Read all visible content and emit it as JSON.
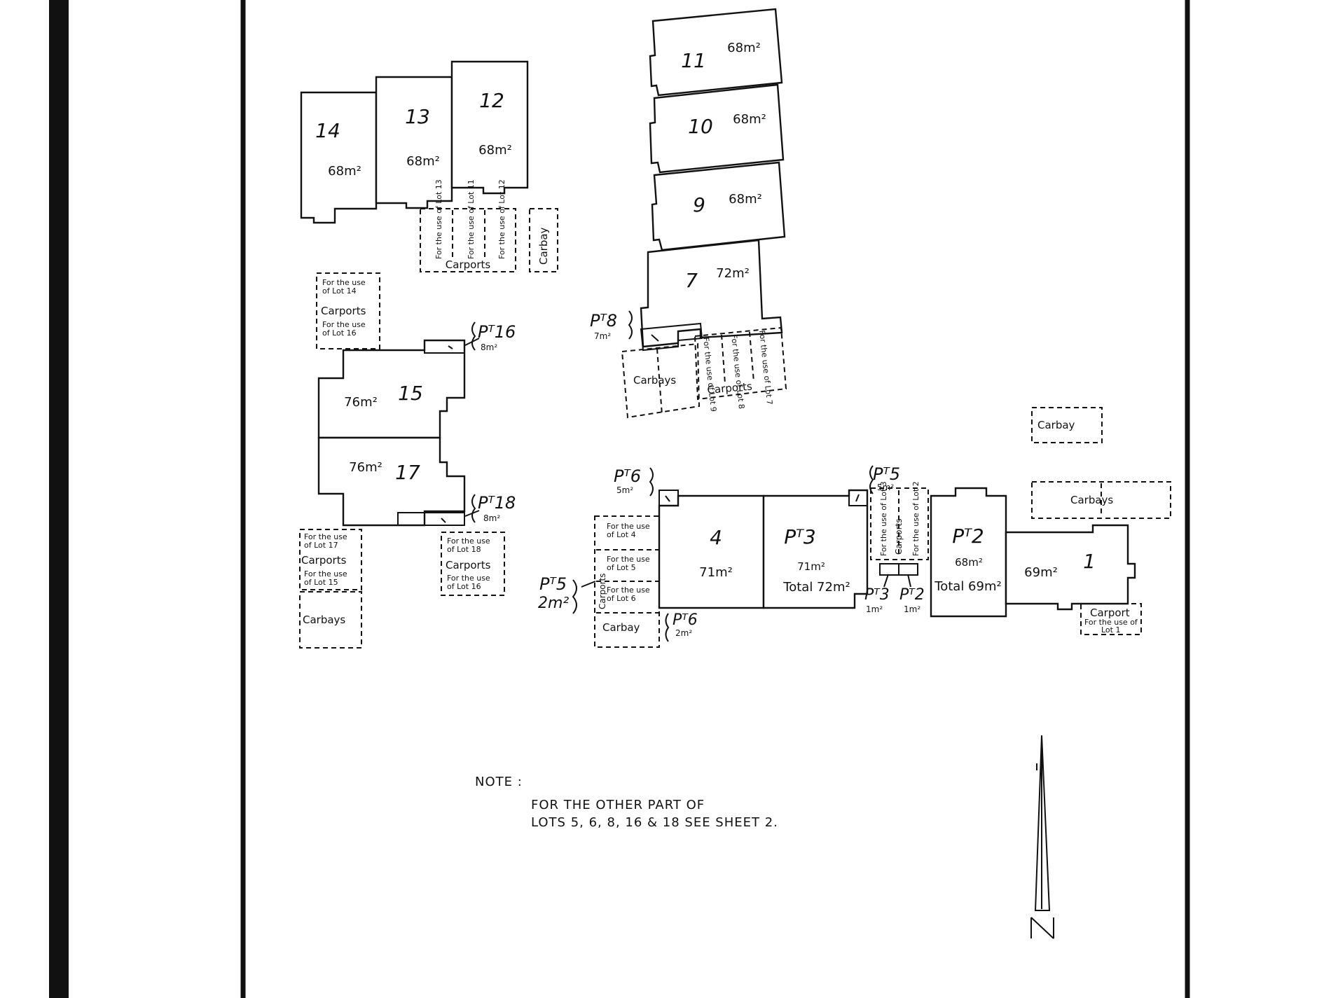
{
  "lots": [
    {
      "id": "lot-14",
      "number": "14",
      "area": "68m²"
    },
    {
      "id": "lot-13",
      "number": "13",
      "area": "68m²"
    },
    {
      "id": "lot-12",
      "number": "12",
      "area": "68m²"
    },
    {
      "id": "lot-11",
      "number": "11",
      "area": "68m²"
    },
    {
      "id": "lot-10",
      "number": "10",
      "area": "68m²"
    },
    {
      "id": "lot-9",
      "number": "9",
      "area": "68m²"
    },
    {
      "id": "lot-7",
      "number": "7",
      "area": "72m²"
    },
    {
      "id": "lot-15",
      "number": "15",
      "area": "76m²"
    },
    {
      "id": "lot-17",
      "number": "17",
      "area": "76m²"
    },
    {
      "id": "lot-4",
      "number": "4",
      "area": "71m²"
    },
    {
      "id": "lot-3",
      "number": "Pᵀ3",
      "area": "71m²",
      "total": "Total 72m²"
    },
    {
      "id": "lot-2",
      "number": "Pᵀ2",
      "area": "68m²",
      "total": "Total 69m²"
    },
    {
      "id": "lot-1",
      "number": "1",
      "area": "69m²"
    }
  ],
  "parts": {
    "pt16": {
      "label": "Pᵀ16",
      "area": "8m²"
    },
    "pt18": {
      "label": "Pᵀ18",
      "area": "8m²"
    },
    "pt8": {
      "label": "Pᵀ8",
      "area": "7m²"
    },
    "pt6a": {
      "label": "Pᵀ6",
      "area": "5m²"
    },
    "pt5a": {
      "label": "Pᵀ5",
      "area": "5m²"
    },
    "pt5b": {
      "label": "Pᵀ5",
      "area": "2m²"
    },
    "pt6b": {
      "label": "Pᵀ6",
      "area": "2m²"
    },
    "pt3": {
      "label": "Pᵀ3",
      "area": "1m²"
    },
    "pt2": {
      "label": "Pᵀ2",
      "area": "1m²"
    }
  },
  "carports": {
    "top_a": "For the use of Lot 13",
    "top_b": "For the use of Lot 11",
    "top_c": "For the use of Lot 12",
    "top_label": "Carports",
    "top_carbay": "Carbay",
    "left_a1": "For the use",
    "left_a2": "of Lot 14",
    "left_label": "Carports",
    "left_b1": "For the use",
    "left_b2": "of Lot 16",
    "mid_carbays": "Carbays",
    "mid_a": "For the use of Lot 9",
    "mid_b": "For the use of Lot 8",
    "mid_c": "For the use of Lot 7",
    "mid_label": "Carports",
    "bl_a1": "For the use",
    "bl_a2": "of Lot 17",
    "bl_label": "Carports",
    "bl_b1": "For the use",
    "bl_b2": "of Lot 15",
    "bl_carbays": "Carbays",
    "br_a1": "For the use",
    "br_a2": "of Lot 18",
    "br_label": "Carports",
    "br_b1": "For the use",
    "br_b2": "of Lot 16",
    "c4_1": "For the use",
    "c4_2": "of Lot 4",
    "c5_1": "For the use",
    "c5_2": "of Lot 5",
    "c6_1": "For the use",
    "c6_2": "of Lot 6",
    "c_label": "Carports",
    "c_carbay": "Carbay",
    "c3": "For the use of Lot 3",
    "c_mid_label": "Carports",
    "c2": "For the use of Lot 2",
    "far_carbay": "Carbay",
    "far_carbays": "Carbays",
    "lot1_carport": "Carport",
    "lot1_use1": "For the use of",
    "lot1_use2": "Lot 1"
  },
  "note": {
    "heading": "NOTE :",
    "line1": "FOR THE OTHER PART OF",
    "line2": "LOTS 5, 6, 8, 16 & 18 SEE SHEET 2."
  },
  "north_arrow": {
    "label": "N"
  }
}
